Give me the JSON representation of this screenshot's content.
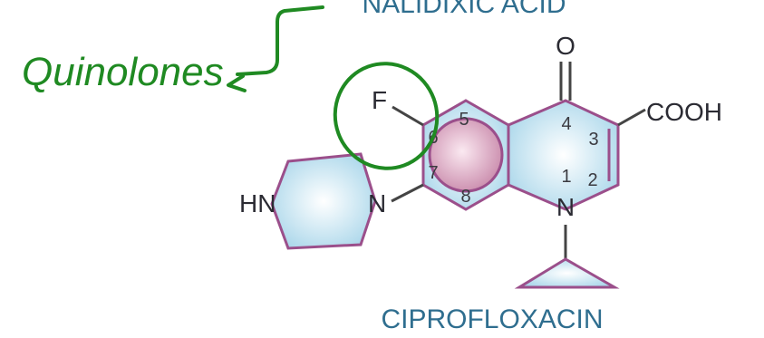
{
  "diagram": {
    "top_title": "NALIDIXIC ACID",
    "bottom_title": "CIPROFLOXACIN",
    "handwritten_note": "Quinolones",
    "atoms": {
      "oxygen": "O",
      "carboxyl": "COOH",
      "fluorine": "F",
      "ring_nitrogen": "N",
      "piperazine_nitrogen": "N",
      "piperazine_nh": "HN"
    },
    "positions": {
      "p1": "1",
      "p2": "2",
      "p3": "3",
      "p4": "4",
      "p5": "5",
      "p6": "6",
      "p7": "7",
      "p8": "8"
    }
  },
  "colors": {
    "ring_stroke": "#9b4f8b",
    "ring_fill": "#bfe0ee",
    "inner_circle": "#d9a6c1",
    "bond": "#444444",
    "annotation": "#1f8a22",
    "title": "#2f6e8f"
  }
}
